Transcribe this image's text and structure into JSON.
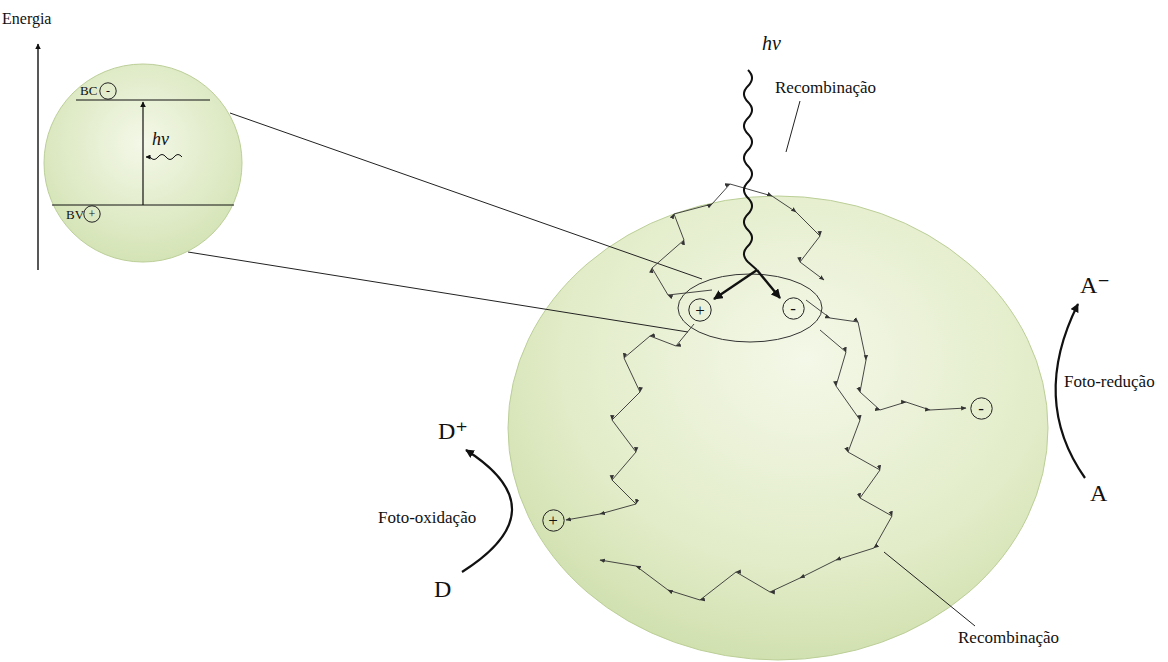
{
  "diagram": {
    "nodes": [
      {
        "text": [
          "BC",
          "BV",
          "hν"
        ]
      },
      {
        "text": [
          "-"
        ],
        "in": 0
      },
      {
        "text": [
          "+"
        ],
        "in": 0
      },
      {
        "text": [
          "+"
        ]
      },
      {
        "text": [
          "-"
        ]
      },
      {
        "text": [
          "-"
        ]
      },
      {
        "text": [
          "+"
        ]
      }
    ],
    "labels": [
      "Energia",
      "hν",
      "Recombinação",
      "Recombinação",
      "A⁻",
      "Foto-redução",
      "A",
      "D⁺",
      "Foto-oxidação",
      "D"
    ]
  }
}
